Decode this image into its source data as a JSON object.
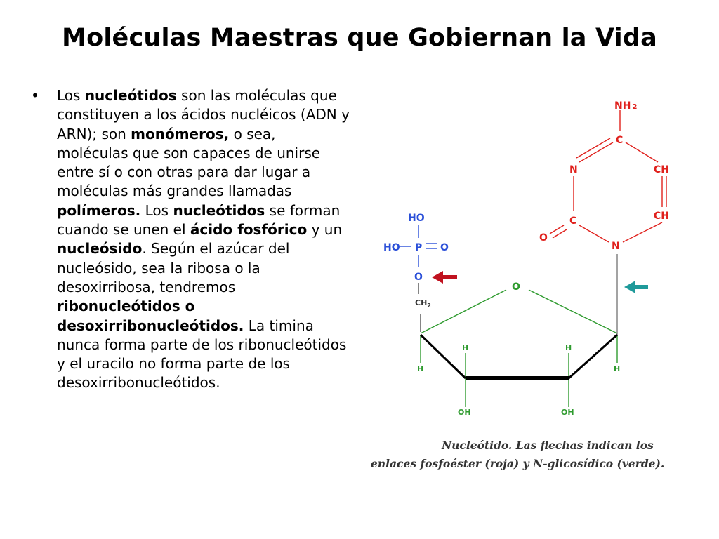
{
  "slide": {
    "title": "Moléculas Maestras que Gobiernan la Vida",
    "bullet_segments": [
      {
        "t": "Los ",
        "b": false
      },
      {
        "t": "nucleótidos",
        "b": true
      },
      {
        "t": " son las moléculas que constituyen a los ácidos nucléicos (ADN y ARN); son ",
        "b": false
      },
      {
        "t": "monómeros,",
        "b": true
      },
      {
        "t": " o sea, moléculas que son capaces de unirse entre sí o con otras para dar lugar a moléculas más grandes llamadas ",
        "b": false
      },
      {
        "t": "polímeros.",
        "b": true
      },
      {
        "t": " Los ",
        "b": false
      },
      {
        "t": "nucleótidos",
        "b": true
      },
      {
        "t": " se forman cuando se unen el ",
        "b": false
      },
      {
        "t": "ácido fosfórico",
        "b": true
      },
      {
        "t": " y un ",
        "b": false
      },
      {
        "t": "nucleósido",
        "b": true
      },
      {
        "t": ". Según el azúcar del nucleósido, sea la ribosa o la desoxirribosa, tendremos ",
        "b": false
      },
      {
        "t": "ribonucleótidos o desoxirribonucleótidos.",
        "b": true
      },
      {
        "t": " La timina nunca forma parte de los ribonucleótidos y el uracilo no forma parte de los desoxirribonucleótidos.",
        "b": false
      }
    ]
  },
  "figure": {
    "atoms": {
      "nh2": "NH",
      "nh2_sub": "2",
      "c_top": "C",
      "n_left": "N",
      "ch_right1": "CH",
      "ch_right2": "CH",
      "c_left": "C",
      "o_carbonyl": "O",
      "n_bottom": "N",
      "ho_top": "HO",
      "ho_left": "HO",
      "p": "P",
      "o_double": "O",
      "o_ester": "O",
      "ch2": "CH",
      "ch2_sub": "2",
      "o_ring": "O",
      "h1": "H",
      "h2": "H",
      "h3": "H",
      "h4": "H",
      "oh1": "OH",
      "oh2": "OH"
    },
    "colors": {
      "base": "#e0211d",
      "phosphate": "#2a4fd8",
      "sugar": "#2f9b2f",
      "phosphoester_arrow": "#c0121f",
      "glycosidic_arrow": "#1f9a9a"
    },
    "caption_line1": "Nucleótido. Las flechas indican los",
    "caption_line2": "enlaces fosfoéster (roja) y N-glicosídico (verde)."
  }
}
